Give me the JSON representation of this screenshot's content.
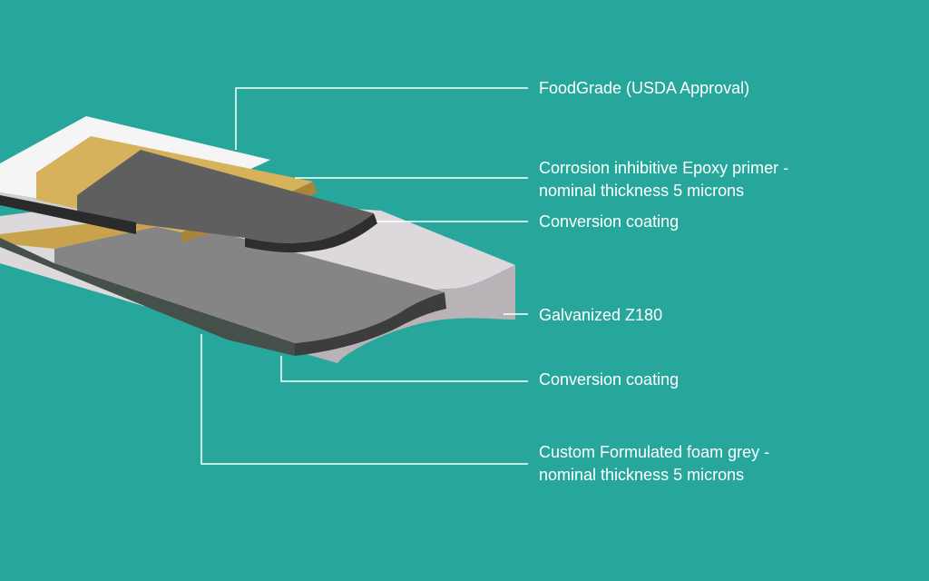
{
  "colors": {
    "background": "#27a79c",
    "leader_line": "#ffffff",
    "top_coat": "#f4f4f4",
    "primer": "#d7b25c",
    "conversion_coating": "#5f5f60",
    "galvanized_steel": "#dcd8dc",
    "bottom_coat": "#808080"
  },
  "labels": [
    {
      "id": "food-grade",
      "lines": [
        "FoodGrade (USDA Approval)"
      ]
    },
    {
      "id": "epoxy-primer",
      "lines": [
        "Corrosion inhibitive Epoxy primer -",
        "nominal thickness 5 microns"
      ]
    },
    {
      "id": "conversion-coating-top",
      "lines": [
        "Conversion coating"
      ]
    },
    {
      "id": "galvanized",
      "lines": [
        "Galvanized Z180"
      ]
    },
    {
      "id": "conversion-coating-bottom",
      "lines": [
        "Conversion coating"
      ]
    },
    {
      "id": "foam-grey",
      "lines": [
        "Custom Formulated foam grey -",
        "nominal thickness 5 microns"
      ]
    }
  ]
}
